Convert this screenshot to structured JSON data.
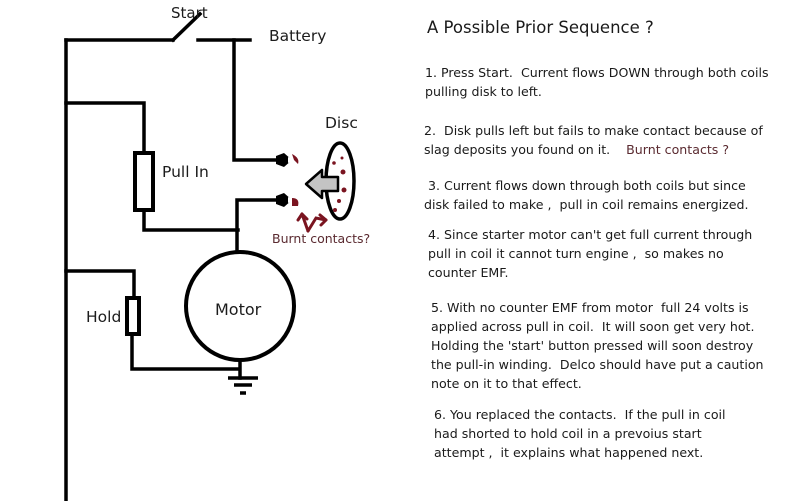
{
  "diagram": {
    "labels": {
      "start": "Start",
      "battery": "Battery",
      "disc": "Disc",
      "pull_in": "Pull In",
      "burnt_contacts": "Burnt contacts?",
      "hold": "Hold",
      "motor": "Motor"
    },
    "colors": {
      "wire": "#000000",
      "burnt": "#7a1420",
      "arrow_fill": "#c4c4c4"
    }
  },
  "notes": {
    "title": "A Possible Prior  Sequence ?",
    "steps": [
      {
        "lines": [
          "1. Press Start.  Current flows DOWN through both coils",
          "pulling disk to left."
        ]
      },
      {
        "lines": [
          "2.  Disk pulls left but fails to make contact because of",
          "slag deposits you found on it."
        ],
        "highlight": "Burnt contacts ?"
      },
      {
        "lines": [
          " 3. Current flows down through both coils but since",
          "disk failed to make ,  pull in coil remains energized."
        ]
      },
      {
        "lines": [
          "4. Since starter motor can't get full current through",
          "pull in coil it cannot turn engine ,  so makes no",
          "counter EMF."
        ]
      },
      {
        "lines": [
          "5. With no counter EMF from motor  full 24 volts is",
          "applied across pull in coil.  It will soon get very hot.",
          "Holding the 'start' button pressed will soon destroy",
          "the pull-in winding.  Delco should have put a caution",
          "note on it to that effect."
        ]
      },
      {
        "lines": [
          "6. You replaced the contacts.  If the pull in coil",
          "had shorted to hold coil in a prevoius start",
          "attempt ,  it explains what happened next."
        ]
      }
    ]
  }
}
